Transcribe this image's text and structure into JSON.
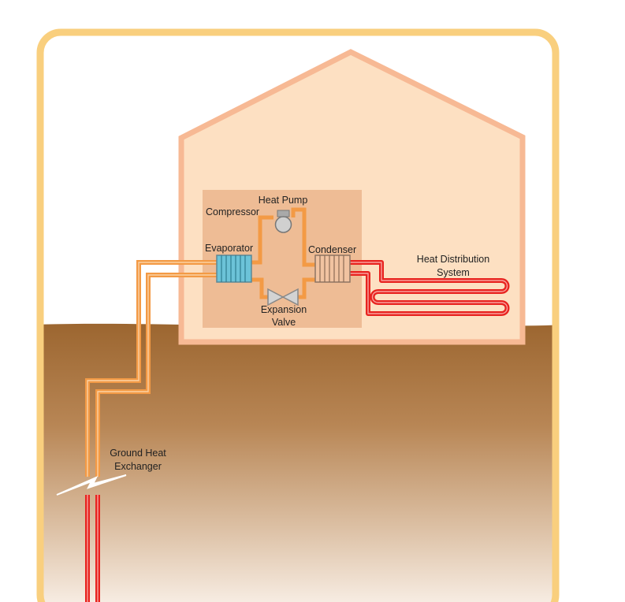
{
  "labels": {
    "heat_pump": "Heat Pump",
    "compressor": "Compressor",
    "evaporator": "Evaporator",
    "condenser": "Condenser",
    "expansion_valve_line1": "Expansion",
    "expansion_valve_line2": "Valve",
    "heat_distribution_line1": "Heat Distribution",
    "heat_distribution_line2": "System",
    "ground_heat_exchanger_line1": "Ground Heat",
    "ground_heat_exchanger_line2": "Exchanger"
  },
  "colors": {
    "frame": "#f9cf7e",
    "house_fill": "#fde0c2",
    "house_outline": "#f7b994",
    "heat_pump_box": "#eebc95",
    "cold_loop": "#f39a45",
    "hot_loop": "#e8231f",
    "evaporator_fins": "#6cc3d8",
    "condenser_fins": "#f1c3a1",
    "component_gray": "#a9a9a9",
    "ground_top": "#9c6630",
    "ground_bottom": "#fbf3ec"
  }
}
